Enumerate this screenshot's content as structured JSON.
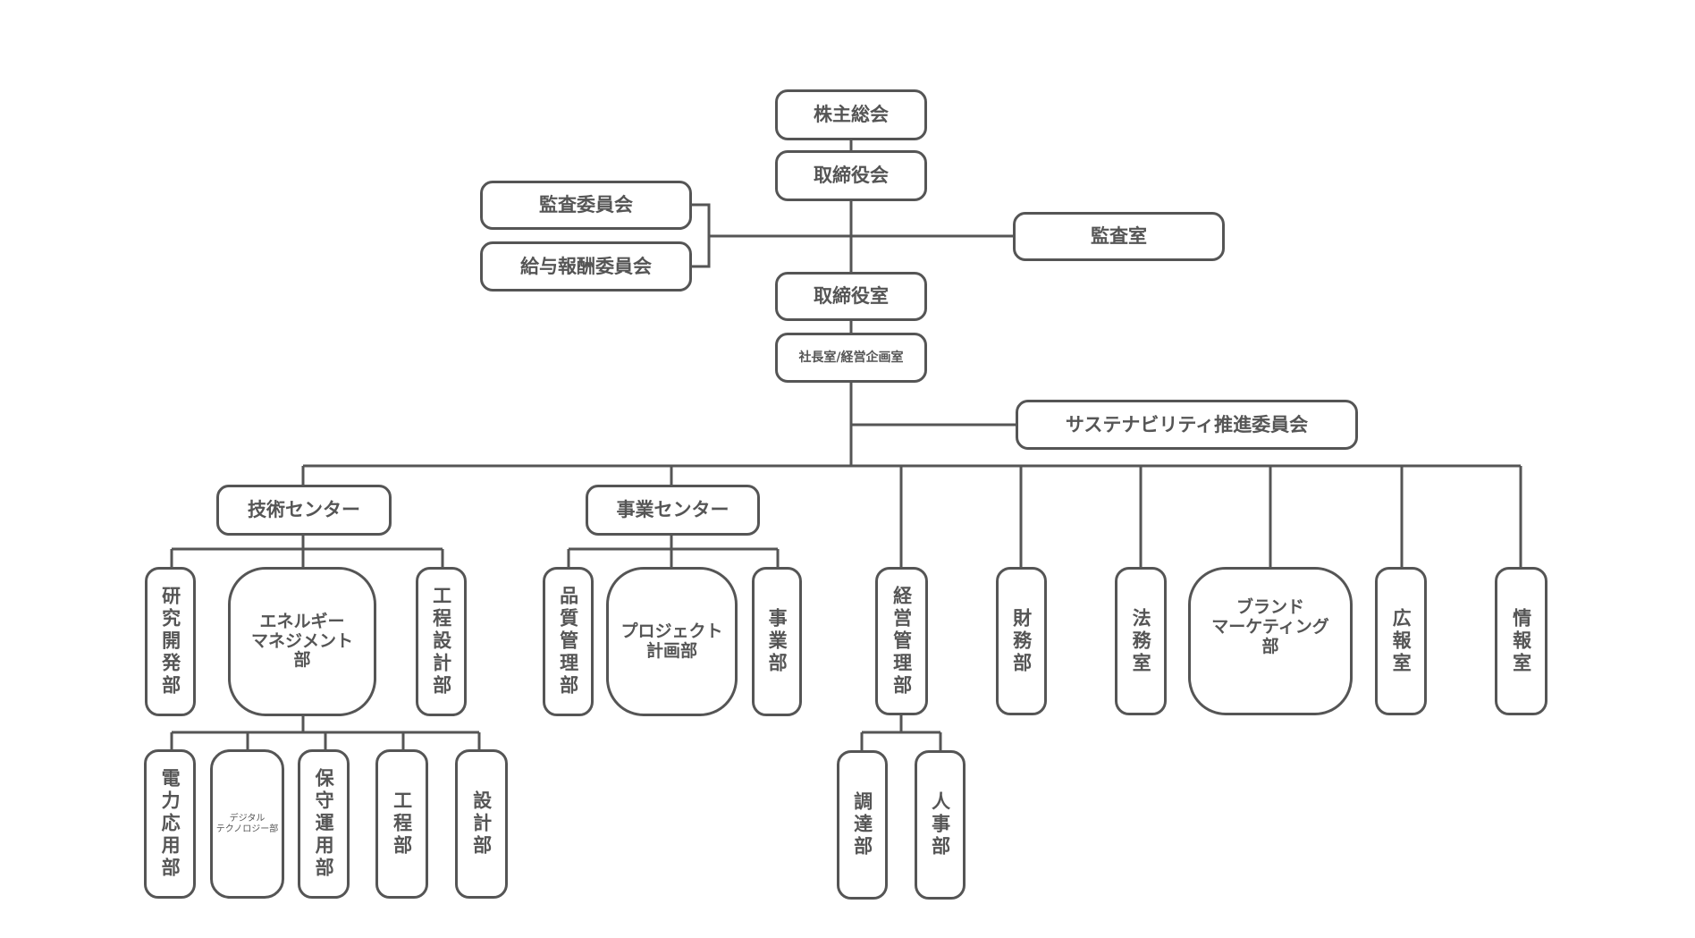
{
  "top": {
    "shareholders": "株主総会",
    "board": "取締役会",
    "audit_committee": "監査委員会",
    "compensation_committee": "給与報酬委員会",
    "audit_office": "監査室",
    "board_office": "取締役室",
    "president_office": "社長室/経営企画室",
    "sustainability": "サステナビリティ推進委員会"
  },
  "tech_center": {
    "label": "技術センター",
    "children": [
      "研究開発部",
      "エネルギーマネジメント部",
      "工程設計部"
    ],
    "energy_label_lines": [
      "エネルギー",
      "マネジメント",
      "部"
    ],
    "energy_children": [
      "電力応用部",
      "デジタルテクノロジー部",
      "保守運用部",
      "工程部",
      "設計部"
    ],
    "digital_label_lines": [
      "デジタル",
      "テクノロジー部"
    ]
  },
  "business_center": {
    "label": "事業センター",
    "children": [
      "品質管理部",
      "プロジェクト計画部",
      "事業部"
    ],
    "project_label_lines": [
      "プロジェクト",
      "計画部"
    ]
  },
  "departments": {
    "management": "経営管理部",
    "management_children": [
      "調達部",
      "人事部"
    ],
    "finance": "財務部",
    "legal": "法務室",
    "brand_lines": [
      "ブランド",
      "マーケティング",
      "部"
    ],
    "pr": "広報室",
    "info": "情報室"
  },
  "colors": {
    "line": "#555555",
    "text": "#555555",
    "background": "#ffffff"
  }
}
